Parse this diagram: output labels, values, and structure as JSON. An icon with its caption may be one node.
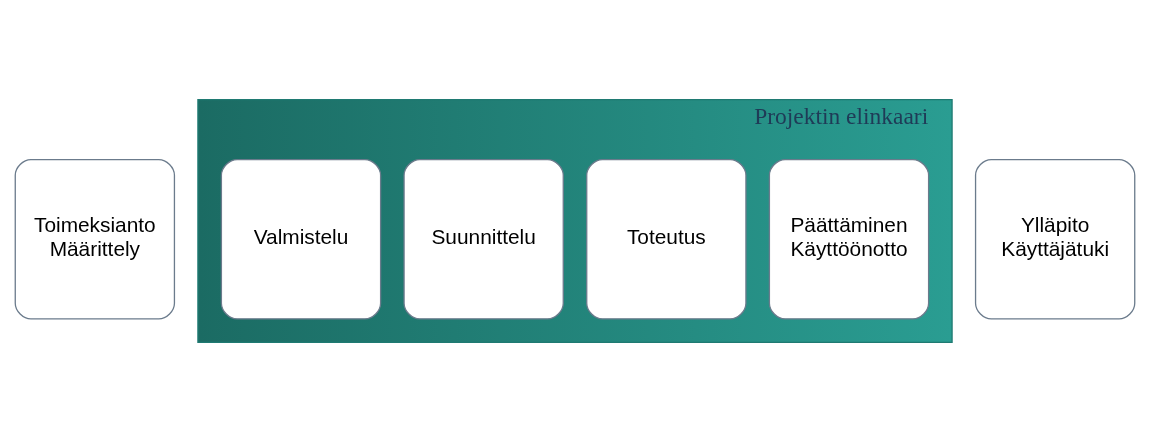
{
  "diagram": {
    "nodes": [
      {
        "text": [
          "Toimeksianto",
          "Määrittely"
        ]
      },
      {
        "text": [
          "Projektin elinkaari"
        ]
      },
      {
        "text": [
          "Valmistelu"
        ],
        "in": 1
      },
      {
        "text": [
          "Suunnittelu"
        ],
        "in": 1
      },
      {
        "text": [
          "Toteutus"
        ],
        "in": 1
      },
      {
        "text": [
          "Päättäminen",
          "Käyttöönotto"
        ],
        "in": 1
      },
      {
        "text": [
          "Ylläpito",
          "Käyttäjätuki"
        ]
      }
    ],
    "edges": []
  }
}
